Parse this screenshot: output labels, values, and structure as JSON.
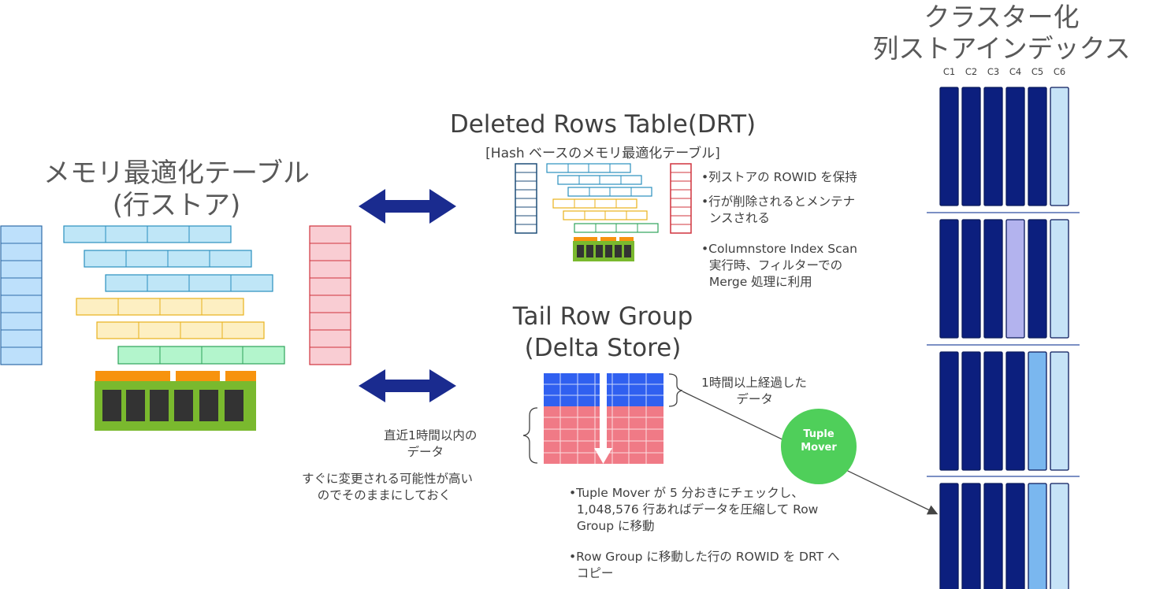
{
  "memtable": {
    "title_line1": "メモリ最適化テーブル",
    "title_line2": "(行ストア)"
  },
  "drt": {
    "title": "Deleted Rows Table(DRT)",
    "subtitle": "[Hash ベースのメモリ最適化テーブル]",
    "bullets": [
      "•列ストアの ROWID を保持",
      "•行が削除されるとメンテナ\n  ンスされる",
      "•Columnstore Index Scan\n  実行時、フィルターでの\n  Merge 処理に利用"
    ]
  },
  "tail": {
    "title_line1": "Tail Row Group",
    "title_line2": "(Delta Store)",
    "recent_label": "直近1時間以内の\n      データ",
    "recent_note": "すぐに変更される可能性が高い\n    のでそのままにしておく",
    "old_label": "1時間以上経過した\n         データ",
    "bullets": [
      "•Tuple Mover が 5 分おきにチェックし、\n  1,048,576 行あればデータを圧縮して Row\n  Group に移動",
      "•Row Group に移動した行の ROWID を DRT へ\n  コピー"
    ]
  },
  "tuple_mover": {
    "line1": "Tuple",
    "line2": "Mover"
  },
  "columnstore": {
    "title_line1": "クラスター化",
    "title_line2": "列ストアインデックス",
    "columns": [
      "C1",
      "C2",
      "C3",
      "C4",
      "C5",
      "C6"
    ],
    "row_groups": [
      [
        "dark",
        "dark",
        "dark",
        "dark",
        "dark",
        "pale"
      ],
      [
        "dark",
        "dark",
        "dark",
        "lavender",
        "dark",
        "pale"
      ],
      [
        "dark",
        "dark",
        "dark",
        "dark",
        "light",
        "pale"
      ],
      [
        "dark",
        "dark",
        "dark",
        "dark",
        "light",
        "pale"
      ]
    ]
  },
  "colors": {
    "dark_navy": "#0c1f7e",
    "light_blue": "#7ab7ef",
    "pale_blue": "#c6e3f7",
    "lavender": "#b3b3ee",
    "arrow_navy": "#1a2b8f",
    "tuple_green": "#4fcf5a",
    "delta_blue": "#3060f0",
    "delta_red": "#f07a86",
    "chip_green": "#7ab92e",
    "chip_orange": "#f7930e"
  }
}
